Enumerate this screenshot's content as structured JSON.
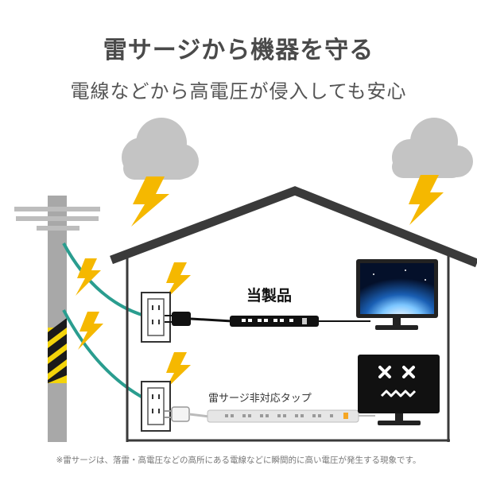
{
  "title": "雷サージから機器を守る",
  "subtitle": "電線などから高電圧が侵入しても安心",
  "labels": {
    "product": "当製品",
    "non_compatible_tap": "雷サージ非対応タップ"
  },
  "footnote": "※雷サージは、落雷・高電圧などの高所にある電線などに瞬間的に高い電圧が発生する現象です。",
  "colors": {
    "text_dark": "#4a4a4a",
    "house_roof": "#3a3a3a",
    "cloud": "#c4c4c4",
    "lightning": "#f5b800",
    "pole": "#a8a8a8",
    "wire": "#2a9d8f",
    "product_strip": "#111111",
    "other_strip": "#e6e6e6",
    "monitor_frame": "#222222"
  },
  "icons": [
    "cloud-icon",
    "lightning-bolt-icon",
    "utility-pole-icon",
    "wall-outlet-icon",
    "plug-icon",
    "power-strip-icon",
    "monitor-icon",
    "broken-monitor-face-icon"
  ]
}
